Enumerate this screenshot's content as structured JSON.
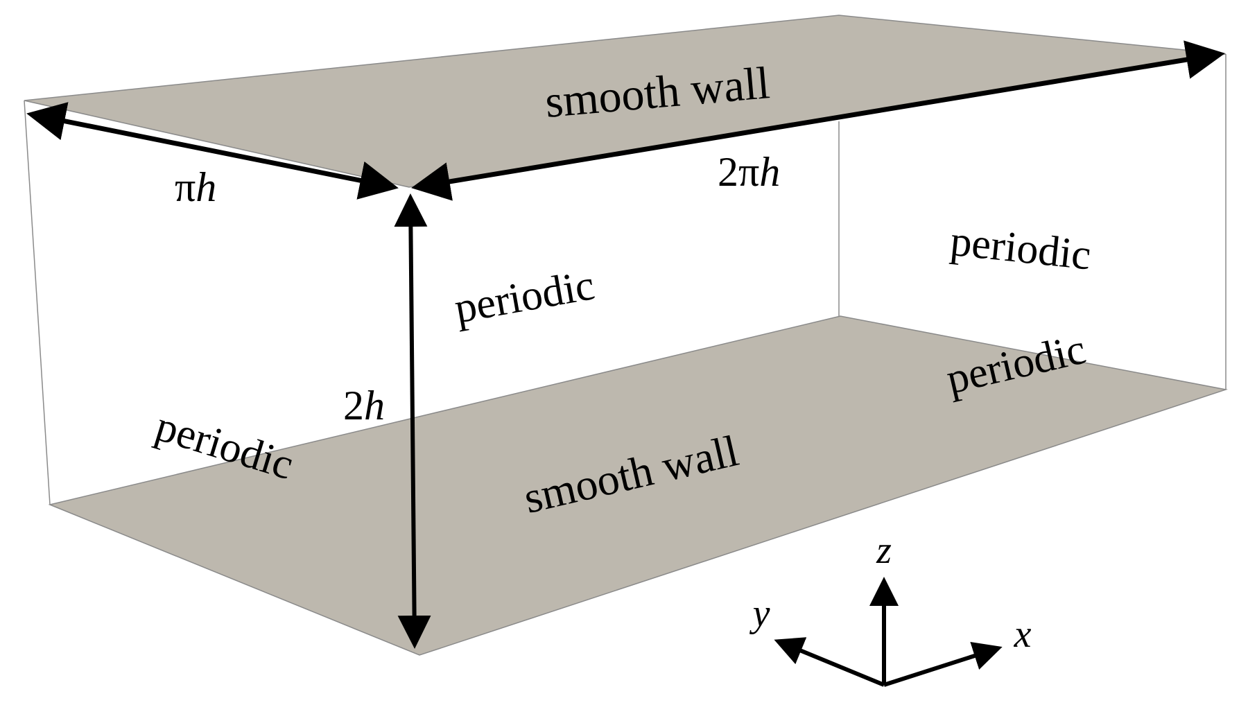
{
  "colors": {
    "wall_fill": "#bdb8ae",
    "edge": "#8a8a8a",
    "arrow": "#000000",
    "text": "#000000",
    "background": "#ffffff"
  },
  "boundaries": {
    "top_wall": "smooth wall",
    "bottom_wall": "smooth wall",
    "periodic_left": "periodic",
    "periodic_back_left": "periodic",
    "periodic_back_right": "periodic",
    "periodic_right_bottom": "periodic"
  },
  "dimensions": {
    "spanwise": {
      "coef": "π",
      "var": "h"
    },
    "streamwise": {
      "coef": "2π",
      "var": "h"
    },
    "height": {
      "coef": "2",
      "var": "h"
    }
  },
  "axes": {
    "x": "x",
    "y": "y",
    "z": "z"
  }
}
